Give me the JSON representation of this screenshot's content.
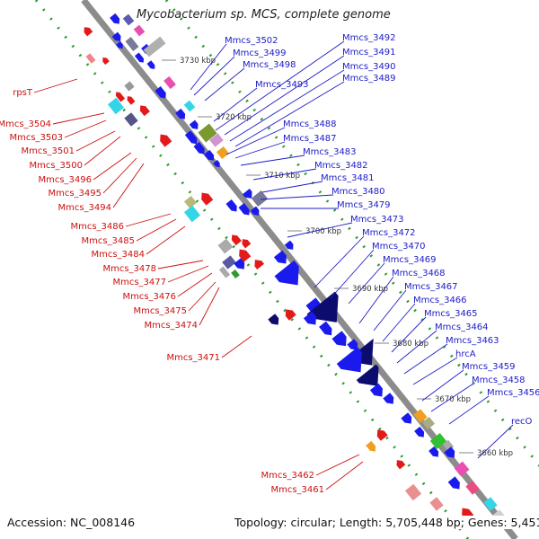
{
  "title": "Mycobacterium sp. MCS, complete genome",
  "footer": {
    "accession": "Accession: NC_008146",
    "topology": "Topology: circular; Length: 5,705,448 bp; Genes: 5,451"
  },
  "colors": {
    "forward_gene": "#1a1aee",
    "reverse_gene": "#e31a1a",
    "right_label": "#1c1cc8",
    "left_label": "#cc1010",
    "backbone": "#8c8c8c",
    "dots": "#2f9a2f",
    "navy_gene": "#0c0c6e"
  },
  "ticks": [
    "3730 kbp",
    "3720 kbp",
    "3710 kbp",
    "3700 kbp",
    "3690 kbp",
    "3680 kbp",
    "3670 kbp",
    "3660 kbp"
  ],
  "right_labels": [
    "Mmcs_3502",
    "Mmcs_3499",
    "Mmcs_3498",
    "Mmcs_3493",
    "Mmcs_3492",
    "Mmcs_3491",
    "Mmcs_3490",
    "Mmcs_3489",
    "Mmcs_3488",
    "Mmcs_3487",
    "Mmcs_3483",
    "Mmcs_3482",
    "Mmcs_3481",
    "Mmcs_3480",
    "Mmcs_3479",
    "Mmcs_3473",
    "Mmcs_3472",
    "Mmcs_3470",
    "Mmcs_3469",
    "Mmcs_3468",
    "Mmcs_3467",
    "Mmcs_3466",
    "Mmcs_3465",
    "Mmcs_3464",
    "Mmcs_3463",
    "hrcA",
    "Mmcs_3459",
    "Mmcs_3458",
    "Mmcs_3456",
    "recO"
  ],
  "left_labels": [
    "rpsT",
    "Mmcs_3504",
    "Mmcs_3503",
    "Mmcs_3501",
    "Mmcs_3500",
    "Mmcs_3496",
    "Mmcs_3495",
    "Mmcs_3494",
    "Mmcs_3486",
    "Mmcs_3485",
    "Mmcs_3484",
    "Mmcs_3478",
    "Mmcs_3477",
    "Mmcs_3476",
    "Mmcs_3475",
    "Mmcs_3474",
    "Mmcs_3471",
    "Mmcs_3462",
    "Mmcs_3461"
  ]
}
